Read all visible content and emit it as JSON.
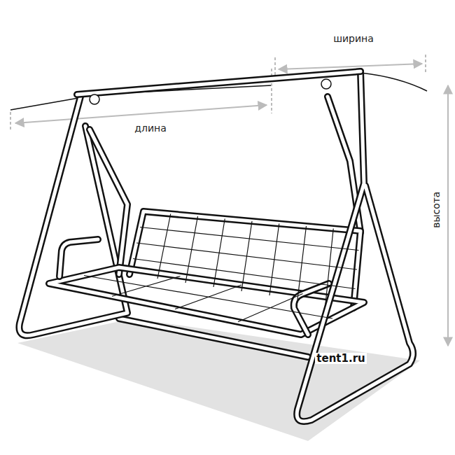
{
  "diagram": {
    "labels": [
      "ширина",
      "длина",
      "высота",
      "tent1.ru"
    ]
  }
}
